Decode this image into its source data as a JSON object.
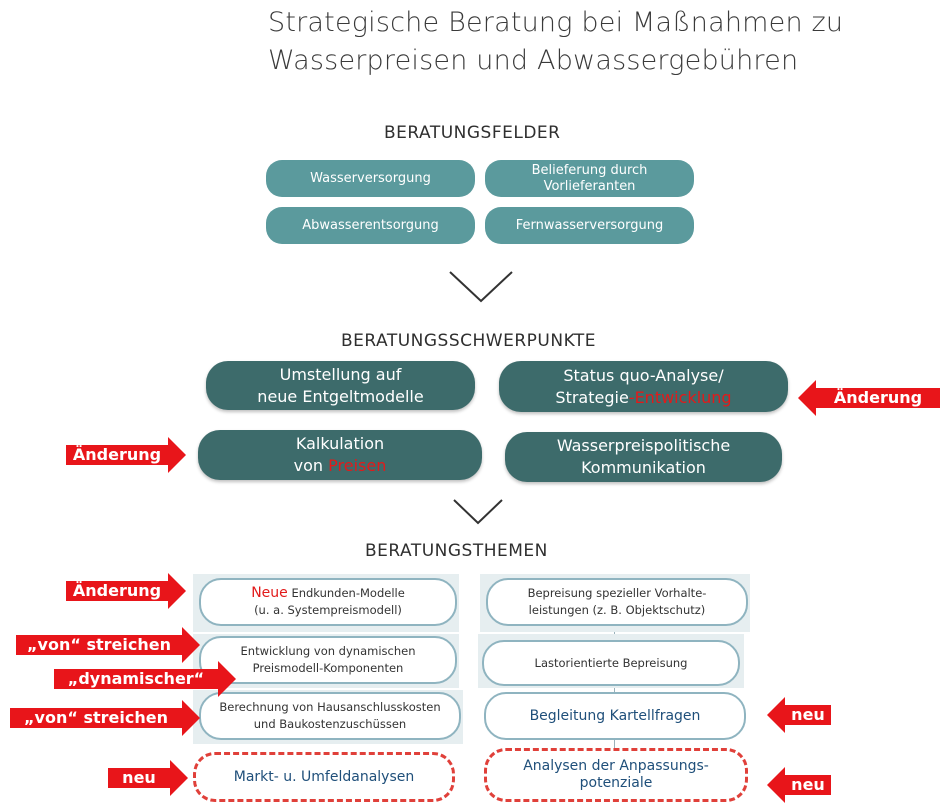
{
  "title": {
    "line1": "Strategische Beratung bei Maßnahmen zu",
    "line2": "Wasserpreisen und Abwassergebühren"
  },
  "felder": {
    "heading": "BERATUNGSFELDER",
    "items": [
      "Wasserversorgung",
      "Belieferung durch Vorlieferanten",
      "Abwasserentsorgung",
      "Fernwasserversorgung"
    ]
  },
  "schwerpunkte": {
    "heading": "BERATUNGSSCHWERPUNKTE",
    "umstellung_1": "Umstellung auf",
    "umstellung_2": "neue Entgeltmodelle",
    "status_1": "Status quo-Analyse/",
    "status_2": "Strategie",
    "status_red": "-Entwicklung",
    "kalk_1": "Kalkulation",
    "kalk_2": "von ",
    "kalk_red": "Preisen",
    "wasser_1": "Wasserpreispolitische",
    "wasser_2": "Kommunikation"
  },
  "themen": {
    "heading": "BERATUNGSTHEMEN",
    "t1_red": "Neue",
    "t1_1": "Endkunden-Modelle",
    "t1_2": "(u. a. Systempreismodell)",
    "t2_1": "Entwicklung von dynamischen",
    "t2_2": "Preismodell-Komponenten",
    "t3_1": "Berechnung von Hausanschlusskosten",
    "t3_2": "und Baukostenzuschüssen",
    "t4": "Markt- u. Umfeldanalysen",
    "t5_1": "Bepreisung spezieller Vorhalte-",
    "t5_2": "leistungen (z. B. Objektschutz)",
    "t6": "Lastorientierte Bepreisung",
    "t7": "Begleitung Kartellfragen",
    "t8_1": "Analysen der Anpassungs-",
    "t8_2": "potenziale"
  },
  "annotations": {
    "a1": "Änderung",
    "a2": "Änderung",
    "a3": "Änderung",
    "a4": "„von“ streichen",
    "a5": "„dynamischer“",
    "a6": "„von“ streichen",
    "a7": "neu",
    "a8": "neu",
    "a9": "neu"
  },
  "colors": {
    "field_pill": "#5b9a9d",
    "focus_pill": "#3d6b6b",
    "annotation_red": "#e8151a",
    "theme_border": "#8fb4c0"
  }
}
